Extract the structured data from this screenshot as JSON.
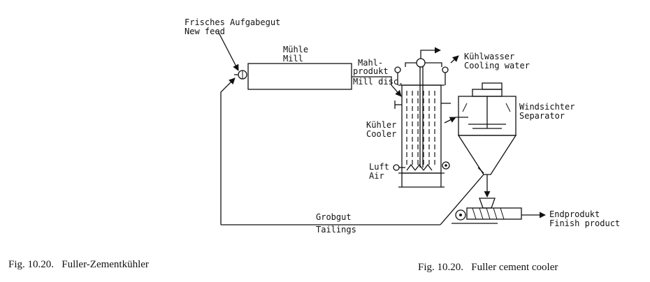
{
  "labels": {
    "new_feed_de": "Frisches Aufgabegut",
    "new_feed_en": "New feed",
    "mill_de": "Mühle",
    "mill_en": "Mill",
    "mill_disc_de_1": "Mahl-",
    "mill_disc_de_2": "produkt",
    "mill_disc_en": "Mill disc.",
    "cooling_water_de": "Kühlwasser",
    "cooling_water_en": "Cooling water",
    "separator_de": "Windsichter",
    "separator_en": "Separator",
    "cooler_de": "Kühler",
    "cooler_en": "Cooler",
    "air_de": "Luft",
    "air_en": "Air",
    "tailings_de": "Grobgut",
    "tailings_en": "Tailings",
    "finish_de": "Endprodukt",
    "finish_en": "Finish product"
  },
  "captions": {
    "left": "Fig. 10.20.   Fuller-Zementkühler",
    "right": "Fig. 10.20.   Fuller cement cooler"
  }
}
